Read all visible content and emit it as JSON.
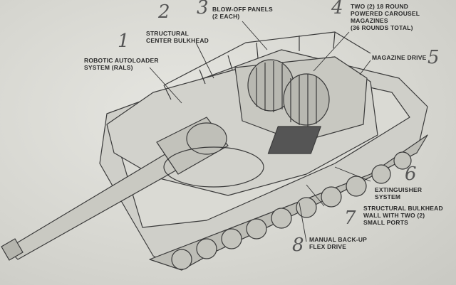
{
  "callouts": [
    {
      "number": "1",
      "lines": [
        "ROBOTIC AUTOLOADER",
        "SYSTEM (RALS)"
      ]
    },
    {
      "number": "2",
      "lines": [
        "STRUCTURAL",
        "CENTER BULKHEAD"
      ]
    },
    {
      "number": "3",
      "lines": [
        "BLOW-OFF PANELS",
        "(2 EACH)"
      ]
    },
    {
      "number": "4",
      "lines": [
        "TWO (2) 18 ROUND",
        "POWERED CAROUSEL",
        "MAGAZINES",
        "(36 ROUNDS TOTAL)"
      ]
    },
    {
      "number": "5",
      "lines": [
        "MAGAZINE DRIVE"
      ]
    },
    {
      "number": "6",
      "lines": [
        "EXTINGUISHER",
        "SYSTEM"
      ]
    },
    {
      "number": "7",
      "lines": [
        "STRUCTURAL BULKHEAD",
        "WALL WITH TWO (2)",
        "SMALL PORTS"
      ]
    },
    {
      "number": "8",
      "lines": [
        "MANUAL BACK-UP",
        "FLEX DRIVE"
      ]
    }
  ]
}
